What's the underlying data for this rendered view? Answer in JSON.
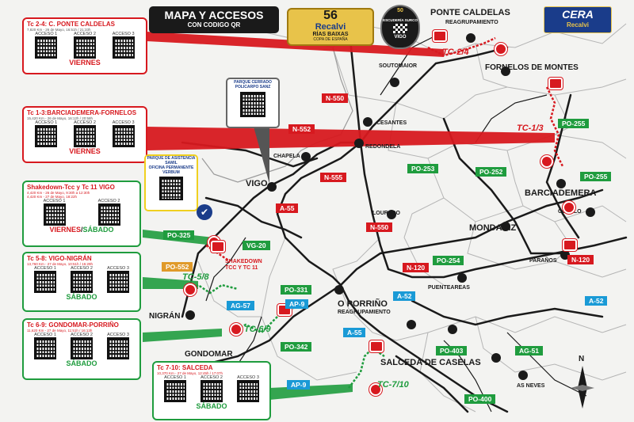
{
  "header": {
    "title": "MAPA Y ACCESOS",
    "subtitle": "CON CODIGO QR",
    "badge_number": "56",
    "badge_rally": "Recalvi",
    "badge_rias": "RÍAS BAIXAS",
    "badge_cup": "COPA DE ESPAÑA",
    "club_badge": "ESCUDERÍA SURCO",
    "club_city": "VIGO",
    "club_year": "50",
    "cera_logo": "CERA",
    "cera_sponsor": "Recalvi"
  },
  "cards": {
    "tc24": {
      "title": "Tc 2-4: C. PONTE CALDELAS",
      "info": "7,820 Km - 26 de Mayo, 16:51h / 21:33h",
      "day": "VIERNES"
    },
    "tc13": {
      "title": "Tc 1-3:BARCIADEMERA-FORNELOS",
      "info": "15,420 Km - 26 de Mayo, 16:12h / 20:58h",
      "day": "VIERNES"
    },
    "sd11": {
      "title": "Shakedown-Tcc y Tc 11 VIGO",
      "info1": "4,420 Km - 26 de Mayo, 9:30h a 12:30h",
      "info2": "4,420 Km - 27 de Mayo, 18:22h",
      "day_a": "VIERNES",
      "day_sep": "/",
      "day_b": "SÁBADO"
    },
    "tc58": {
      "title": "Tc 5-8: VIGO-NIGRÁN",
      "info": "13,760 Km - 27 de Mayo, 10:51h / 15:29h",
      "day": "SÁBADO"
    },
    "tc69": {
      "title": "Tc 6-9: GONDOMAR-PORRIÑO",
      "info": "11,620 Km - 27 de Mayo, 11:51h / 16:13h",
      "day": "SÁBADO"
    },
    "tc710": {
      "title": "Tc 7-10: SALCEDA",
      "info": "10,370 Km - 27 de Mayo, 12:45h / 17:07h",
      "day": "SÁBADO"
    },
    "acceso1": "ACCESO 1",
    "acceso2": "ACCESO 2",
    "acceso3": "ACCESO 3"
  },
  "info_boxes": {
    "parque_cerrado": "PARQUE CERRADO POLICARPO SANZ",
    "asistencia_line1": "PARQUE DE ASISTENCIA SAMIL",
    "asistencia_line2": "OFICINA PERMANENTE",
    "asistencia_line3": "VERBUM"
  },
  "places": {
    "ponte_caldelas": "PONTE CALDELAS",
    "reagrupamiento1": "REAGRUPAMIENTO",
    "fornelos": "FORNELOS DE MONTES",
    "soutomaior": "SOUTOMAIOR",
    "cesantes": "CESANTES",
    "redondela": "REDONDELA",
    "chapela": "CHAPELA",
    "vigo": "VIGO",
    "louredo": "LOUREDO",
    "mondariz": "MONDARIZ",
    "barciademera": "BARCIADEMERA",
    "covelo": "COVELO",
    "paranos": "PARAÑOS",
    "puenteareas": "PUENTEAREAS",
    "porrino": "O PORRIÑO",
    "reagrupamiento2": "REAGRUPAMIENTO",
    "nigran": "NIGRÁN",
    "gondomar": "GONDOMAR",
    "salceda": "SALCEDA DE CASELAS",
    "as_neves": "AS NEVES",
    "shakedown_label": "SHAKEDOWN TCC Y TC 11",
    "north": "N"
  },
  "roads": {
    "n550a": "N-550",
    "n552": "N-552",
    "n555": "N-555",
    "a55a": "A-55",
    "n550b": "N-550",
    "n120a": "N-120",
    "n120b": "N-120",
    "a52a": "A-52",
    "a52b": "A-52",
    "a55b": "A-55",
    "ap9a": "AP-9",
    "ap9b": "AP-9",
    "ag57": "AG-57",
    "ag51": "AG-51",
    "po255a": "PO-255",
    "po255b": "PO-255",
    "po253": "PO-253",
    "po252": "PO-252",
    "po254": "PO-254",
    "po325": "PO-325",
    "po552": "PO-552",
    "vg20": "VG-20",
    "po331": "PO-331",
    "po342": "PO-342",
    "po403": "PO-403",
    "po400": "PO-400"
  },
  "stages": {
    "tc24": "TC-2/4",
    "tc13": "TC-1/3",
    "tc58": "TC-5/8",
    "tc69": "TC-6/9",
    "tc710": "TC-7/10"
  },
  "colors": {
    "red": "#d7191f",
    "green": "#1f9c3e",
    "blue": "#1a9ad6",
    "orange": "#e09a2a",
    "road_black": "#1a1a1a"
  }
}
